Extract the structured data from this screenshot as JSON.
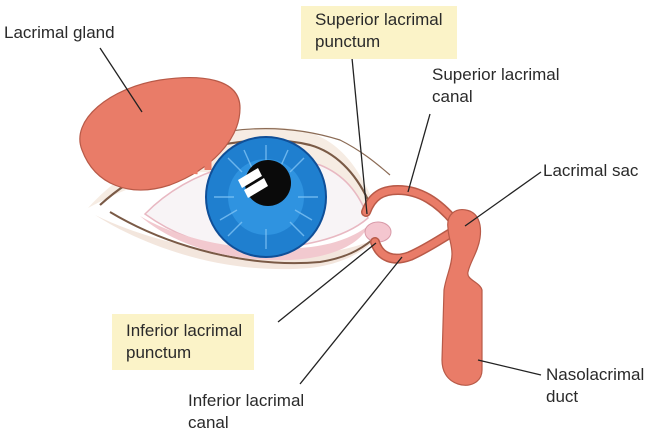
{
  "labels": {
    "lacrimal_gland": "Lacrimal gland",
    "superior_punctum_line1": "Superior lacrimal",
    "superior_punctum_line2": "punctum",
    "superior_canal_line1": "Superior lacrimal",
    "superior_canal_line2": "canal",
    "lacrimal_sac": "Lacrimal sac",
    "inferior_punctum_line1": "Inferior lacrimal",
    "inferior_punctum_line2": "punctum",
    "nasolacrimal_line1": "Nasolacrimal",
    "nasolacrimal_line2": "duct",
    "inferior_canal_line1": "Inferior lacrimal",
    "inferior_canal_line2": "canal"
  },
  "colors": {
    "gland": "#e97c68",
    "gland_stroke": "#b85a48",
    "iris": "#1f7fcf",
    "iris_dark": "#0f4f98",
    "pupil": "#0a0a0a",
    "sclera": "#f8f4f6",
    "lid": "#f2c9cf",
    "lash_line": "#7a5a46",
    "highlight_box": "#fbf3c8",
    "leader": "#222222"
  }
}
